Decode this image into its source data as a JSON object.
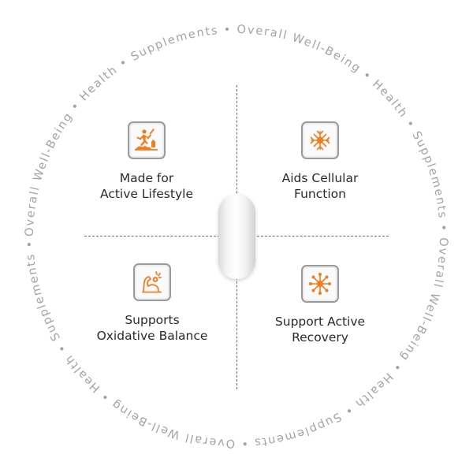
{
  "ring": {
    "text": "Overall Well-Being • Health • Supplements • Overall Well-Being • Health • Supplements • Overall Well-Being • Health • Supplements • Overall Well-Being • Health • Supplements •"
  },
  "features": [
    {
      "line1": "Made for",
      "line2": "Active Lifestyle",
      "icon": "active-lifestyle-icon"
    },
    {
      "line1": "Aids Cellular",
      "line2": "Function",
      "icon": "cell-icon"
    },
    {
      "line1": "Supports",
      "line2": "Oxidative Balance",
      "icon": "strength-arm-icon"
    },
    {
      "line1": "Support Active",
      "line2": "Recovery",
      "icon": "network-node-icon"
    }
  ],
  "colors": {
    "accent": "#f07d1e",
    "ring_text": "#a3a3a3",
    "label_text": "#2a2a2a",
    "divider": "#6a6a6a"
  }
}
